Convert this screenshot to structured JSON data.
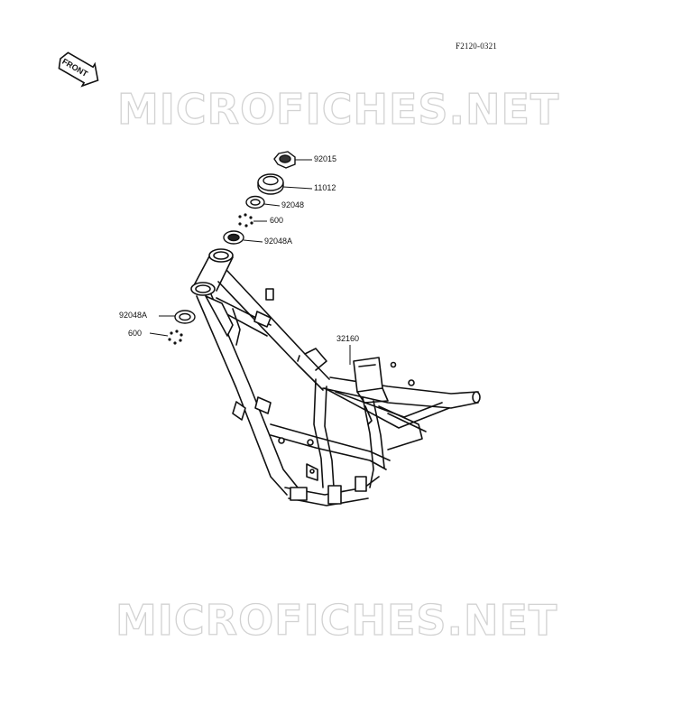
{
  "diagram_id": "F2120-0321",
  "front_badge": "FRONT",
  "watermark": "MICROFICHES.NET",
  "parts": {
    "p92015": "92015",
    "p11012": "11012",
    "p92048": "92048",
    "p600_top": "600",
    "p92048A_top": "92048A",
    "p92048A_left": "92048A",
    "p600_left": "600",
    "p32160": "32160"
  }
}
